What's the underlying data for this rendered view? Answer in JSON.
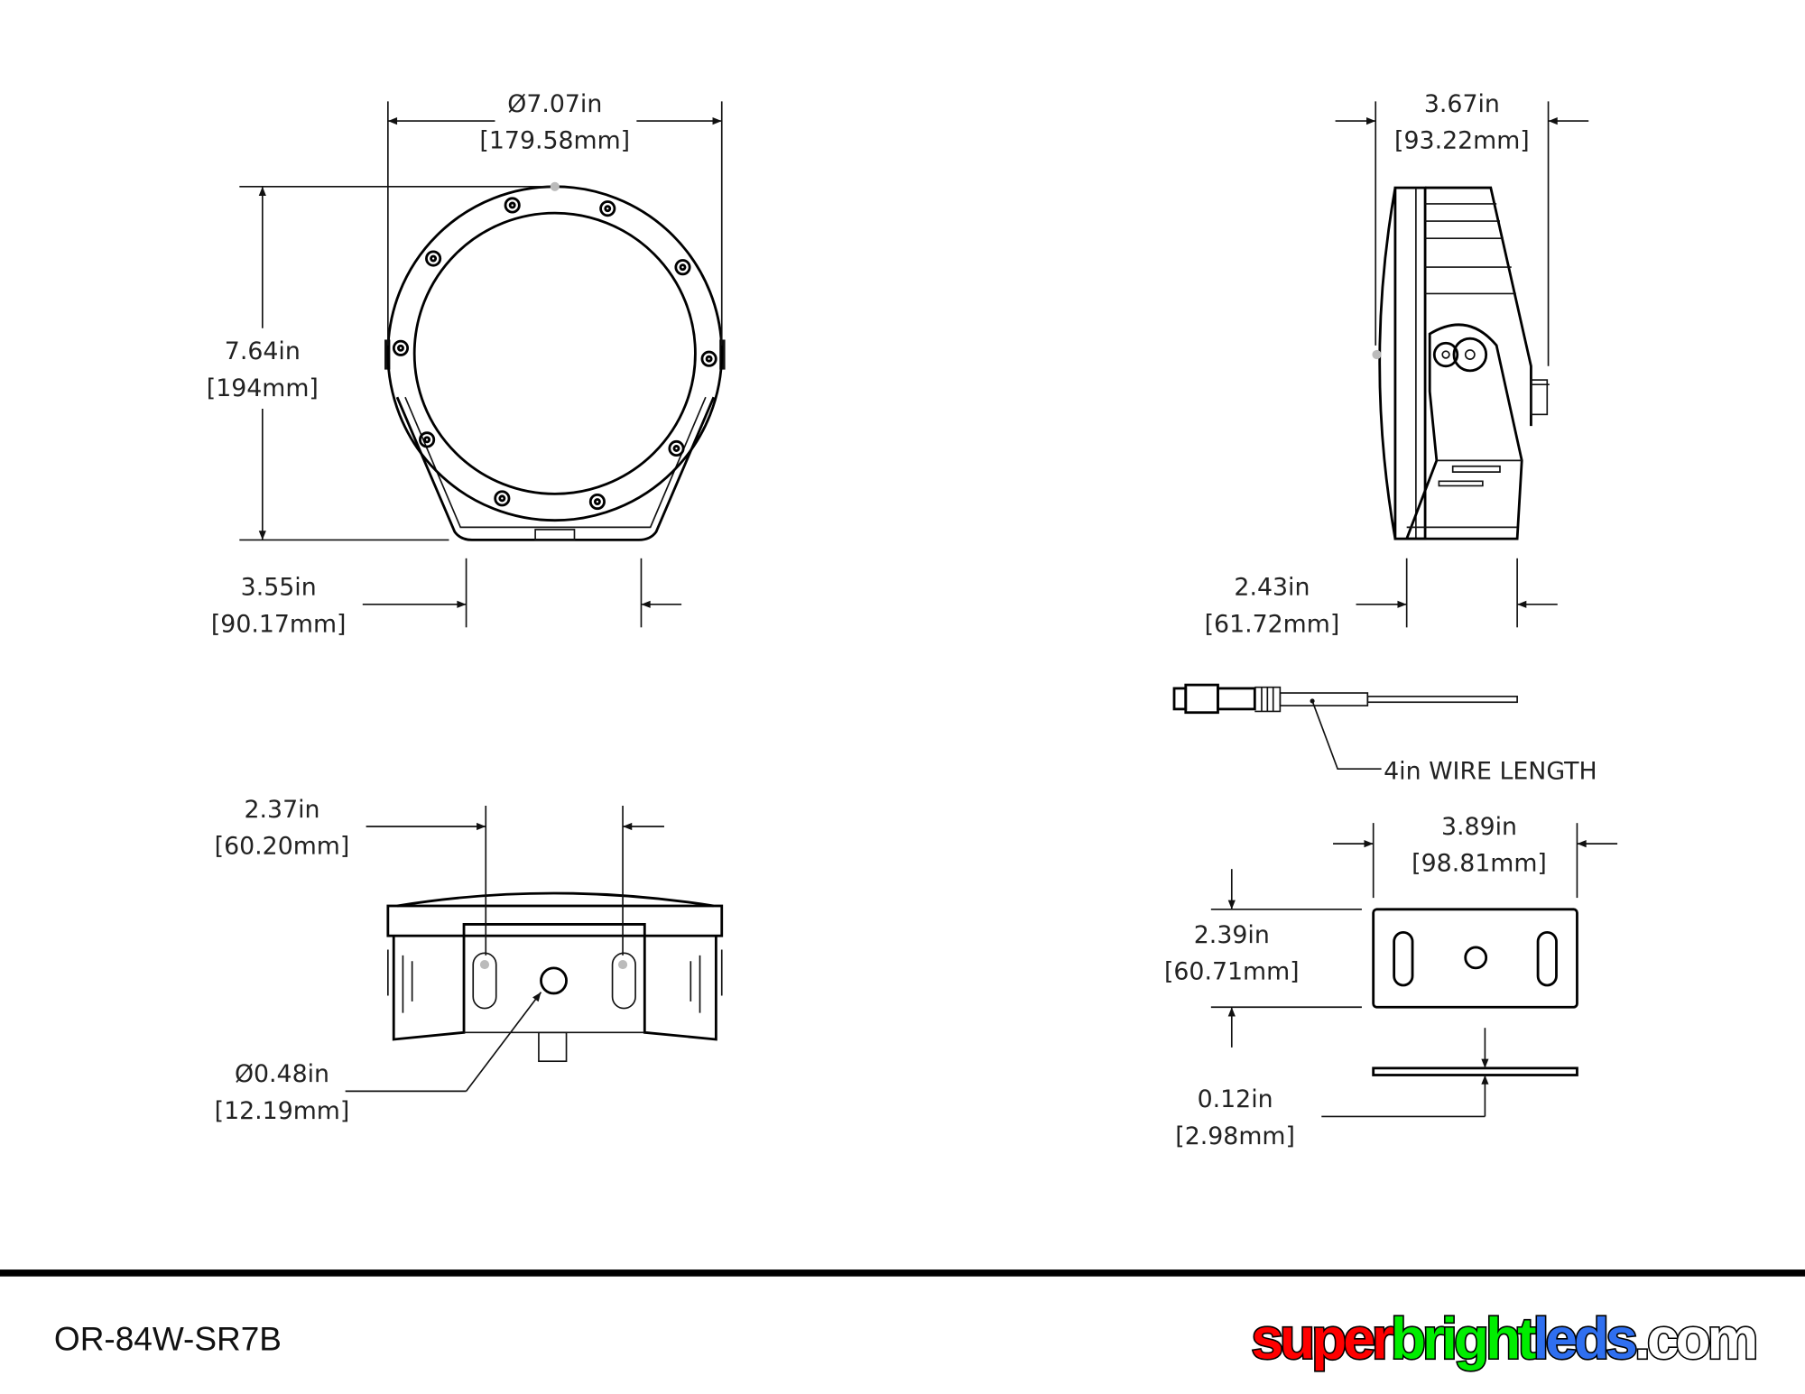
{
  "front_view": {
    "diameter": {
      "inch": "Ø7.07in",
      "mm": "[179.58mm]"
    },
    "height": {
      "inch": "7.64in",
      "mm": "[194mm]"
    },
    "bracket_width": {
      "inch": "3.55in",
      "mm": "[90.17mm]"
    }
  },
  "side_view": {
    "depth": {
      "inch": "3.67in",
      "mm": "[93.22mm]"
    },
    "bracket_depth": {
      "inch": "2.43in",
      "mm": "[61.72mm]"
    }
  },
  "wire": {
    "label": "4in WIRE LENGTH"
  },
  "bottom_view": {
    "slot_spacing": {
      "inch": "2.37in",
      "mm": "[60.20mm]"
    },
    "hole_diameter": {
      "inch": "Ø0.48in",
      "mm": "[12.19mm]"
    }
  },
  "mounting_plate": {
    "width": {
      "inch": "3.89in",
      "mm": "[98.81mm]"
    },
    "height": {
      "inch": "2.39in",
      "mm": "[60.71mm]"
    },
    "thickness": {
      "inch": "0.12in",
      "mm": "[2.98mm]"
    }
  },
  "footer": {
    "part_number": "OR-84W-SR7B",
    "logo": {
      "parts": [
        "super",
        "bright",
        "leds",
        ".com"
      ],
      "colors": [
        "#ff0000",
        "#00ee00",
        "#2f6ff0",
        "#ffffff"
      ]
    }
  }
}
